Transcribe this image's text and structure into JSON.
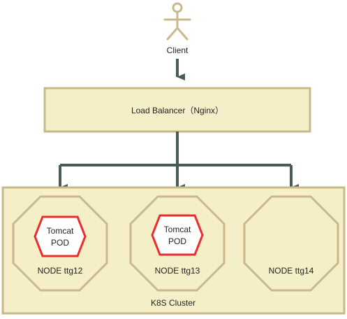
{
  "client": {
    "label": "Client"
  },
  "load_balancer": {
    "label": "Load Balancer（Nginx）"
  },
  "cluster": {
    "label": "K8S Cluster"
  },
  "nodes": [
    {
      "label": "NODE ttg12",
      "pod": {
        "line1": "Tomcat",
        "line2": "POD"
      }
    },
    {
      "label": "NODE ttg13",
      "pod": {
        "line1": "Tomcat",
        "line2": "POD"
      }
    },
    {
      "label": "NODE ttg14"
    }
  ],
  "colors": {
    "box_fill": "#f5efc8",
    "box_stroke": "#c9b88a",
    "arrow": "#4a5a55",
    "pod_stroke": "#ee2b2b",
    "actor_stroke": "#c9b88a"
  }
}
